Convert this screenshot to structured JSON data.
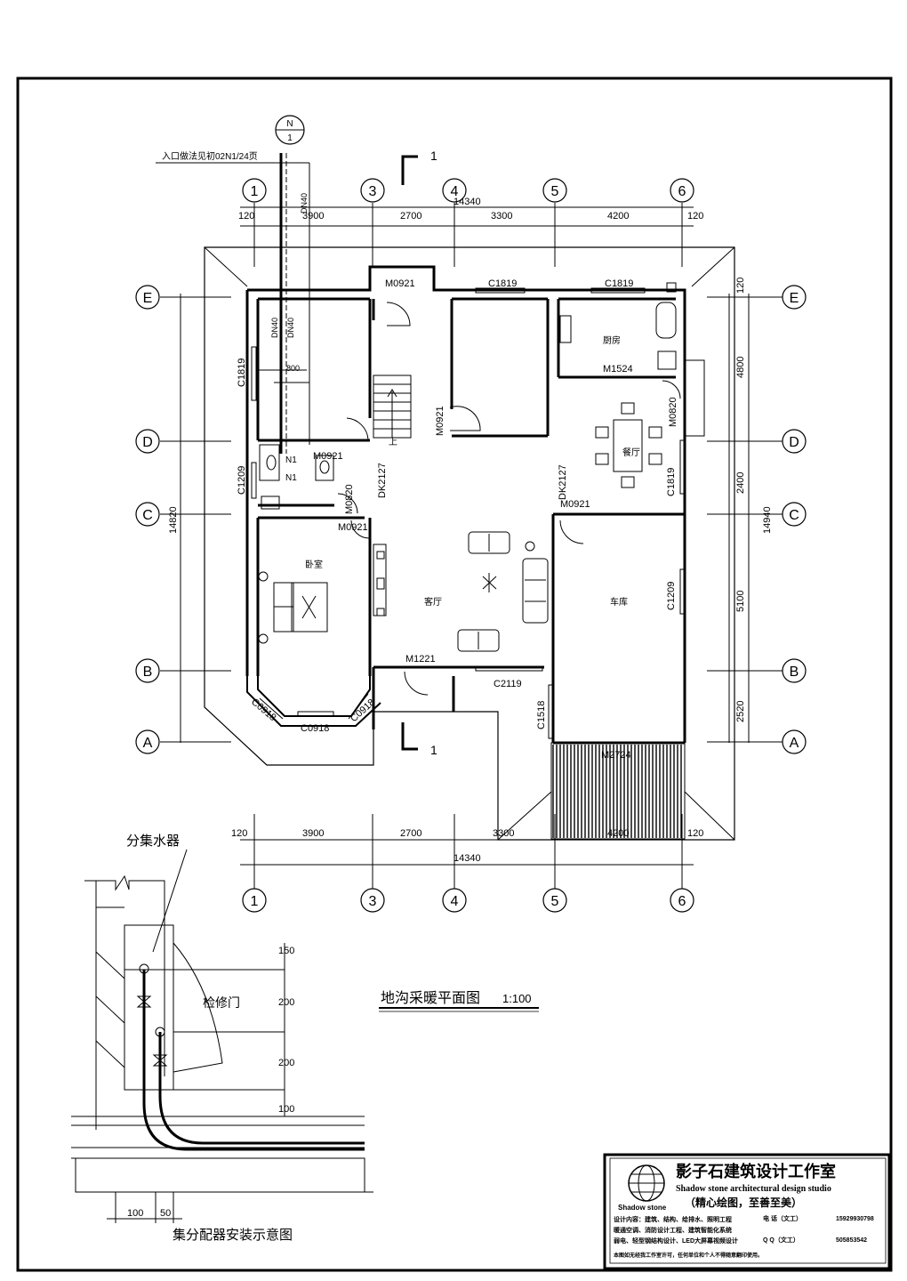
{
  "drawing": {
    "title": "地沟采暖平面图",
    "scale": "1:100",
    "entry_note": "入口做法见初02N1/24页",
    "section_mark": "1",
    "north": {
      "top": "N",
      "bottom": "1"
    }
  },
  "axes_vertical": [
    "1",
    "3",
    "4",
    "5",
    "6"
  ],
  "axes_horizontal": [
    "E",
    "D",
    "C",
    "B",
    "A"
  ],
  "dims_top": [
    "120",
    "3900",
    "2700",
    "3300",
    "4200",
    "120"
  ],
  "dims_top_total": "14340",
  "dims_bottom": [
    "120",
    "3900",
    "2700",
    "3300",
    "4200",
    "120"
  ],
  "dims_bottom_total": "14340",
  "dims_right": [
    "120",
    "4800",
    "2400",
    "5100",
    "2520"
  ],
  "dims_right_total": "14940",
  "dims_left_total": "14820",
  "rooms": {
    "kitchen": "厨房",
    "dining": "餐厅",
    "bedroom": "卧室",
    "living": "客厅",
    "garage": "车库"
  },
  "openings": {
    "m0921_top": "M0921",
    "c1819_a": "C1819",
    "c1819_b": "C1819",
    "c1819_left": "C1819",
    "m1524": "M1524",
    "m0820_right": "M0820",
    "m0921_stair": "M0921",
    "m0921_left": "M0921",
    "dk2127_left": "DK2127",
    "dk2127_right": "DK2127",
    "c1209_left": "C1209",
    "m0820": "M0820",
    "m0921_bed": "M0921",
    "m0921_garage": "M0921",
    "c1819_right": "C1819",
    "c1209_right": "C1209",
    "m1221": "M1221",
    "c2119": "C2119",
    "c1518": "C1518",
    "c0918_a": "C0918",
    "c0918_b": "C0918",
    "c0918_c": "C0918",
    "m2724": "M2724",
    "n1_a": "N1",
    "n1_b": "N1",
    "up": "上"
  },
  "pipes": {
    "dn40_a": "DN40",
    "dn40_b": "DN40",
    "dn40_c": "DN40",
    "dim800": "800"
  },
  "detail": {
    "title": "集分配器安装示意图",
    "manifold": "分集水器",
    "access_door": "检修门",
    "dims": [
      "150",
      "200",
      "200",
      "100"
    ],
    "bottom_dims": [
      "100",
      "50"
    ]
  },
  "studio": {
    "name_cn": "影子石建筑设计工作室",
    "name_en": "Shadow stone architectural design studio",
    "slogan": "（精心绘图，至善至美）",
    "logo_text": "Shadow stone",
    "line1": "设计内容：建筑、结构、给排水、照明工程",
    "line2": "暖通空调、消防设计工程、建筑智能化系统",
    "line3": "弱电、轻型钢结构设计、LED大屏幕视频设计",
    "phone_label": "电  话（文工）",
    "phone": "15929930798",
    "qq_label": "Q  Q（文工）",
    "qq": "505853542",
    "footer": "本图如无经我工作室许可，任何单位和个人不得随意翻印使用。"
  }
}
